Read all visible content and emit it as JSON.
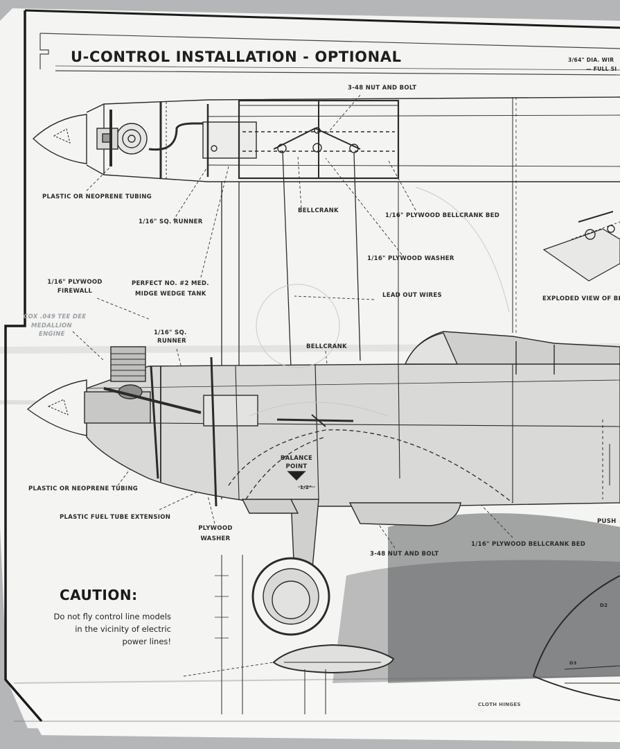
{
  "title": "U-CONTROL  INSTALLATION - OPTIONAL",
  "corner_note": {
    "line1": "3/64\" DIA. WIR",
    "line2": "— FULL SI"
  },
  "labels": {
    "nut_bolt_top": "3-48 NUT AND BOLT",
    "tubing_top": "PLASTIC OR NEOPRENE TUBING",
    "runner_top": "1/16\" SQ. RUNNER",
    "bellcrank_top": "BELLCRANK",
    "bed_top": "1/16\" PLYWOOD BELLCRANK BED",
    "washer_top": "1/16\" PLYWOOD  WASHER",
    "firewall_1": "1/16\" PLYWOOD",
    "firewall_2": "FIREWALL",
    "tank_1": "PERFECT NO. #2 MED.",
    "tank_2": "MIDGE WEDGE TANK",
    "lead_out": "LEAD OUT WIRES",
    "exploded": "EXPLODED VIEW OF BE",
    "engine_1": "COX .049 TEE DEE",
    "engine_2": "MEDALLION",
    "engine_3": "ENGINE",
    "runner_side_1": "1/16\" SQ.",
    "runner_side_2": "RUNNER",
    "bellcrank_side": "BELLCRANK",
    "balance_1": "BALANCE",
    "balance_2": "POINT",
    "balance_dim": "1/2\"",
    "tubing_side": "PLASTIC OR NEOPRENE TUBING",
    "fuel_ext": "PLASTIC FUEL TUBE EXTENSION",
    "ply_washer_1": "PLYWOOD",
    "ply_washer_2": "WASHER",
    "nut_bolt_side": "3-48 NUT AND BOLT",
    "bed_side": "1/16\" PLYWOOD BELLCRANK BED",
    "push": "PUSH",
    "d2": "D2",
    "d3": "D3",
    "cloth_hinges": "CLOTH HINGES"
  },
  "caution": {
    "heading": "CAUTION:",
    "body": "Do not fly control line models in the vicinity of electric power lines!"
  },
  "colors": {
    "paper": "#f4f4f2",
    "ink": "#2a2a2a",
    "fuselage": "#d8d8d6",
    "shadow": "#8c8f92"
  }
}
